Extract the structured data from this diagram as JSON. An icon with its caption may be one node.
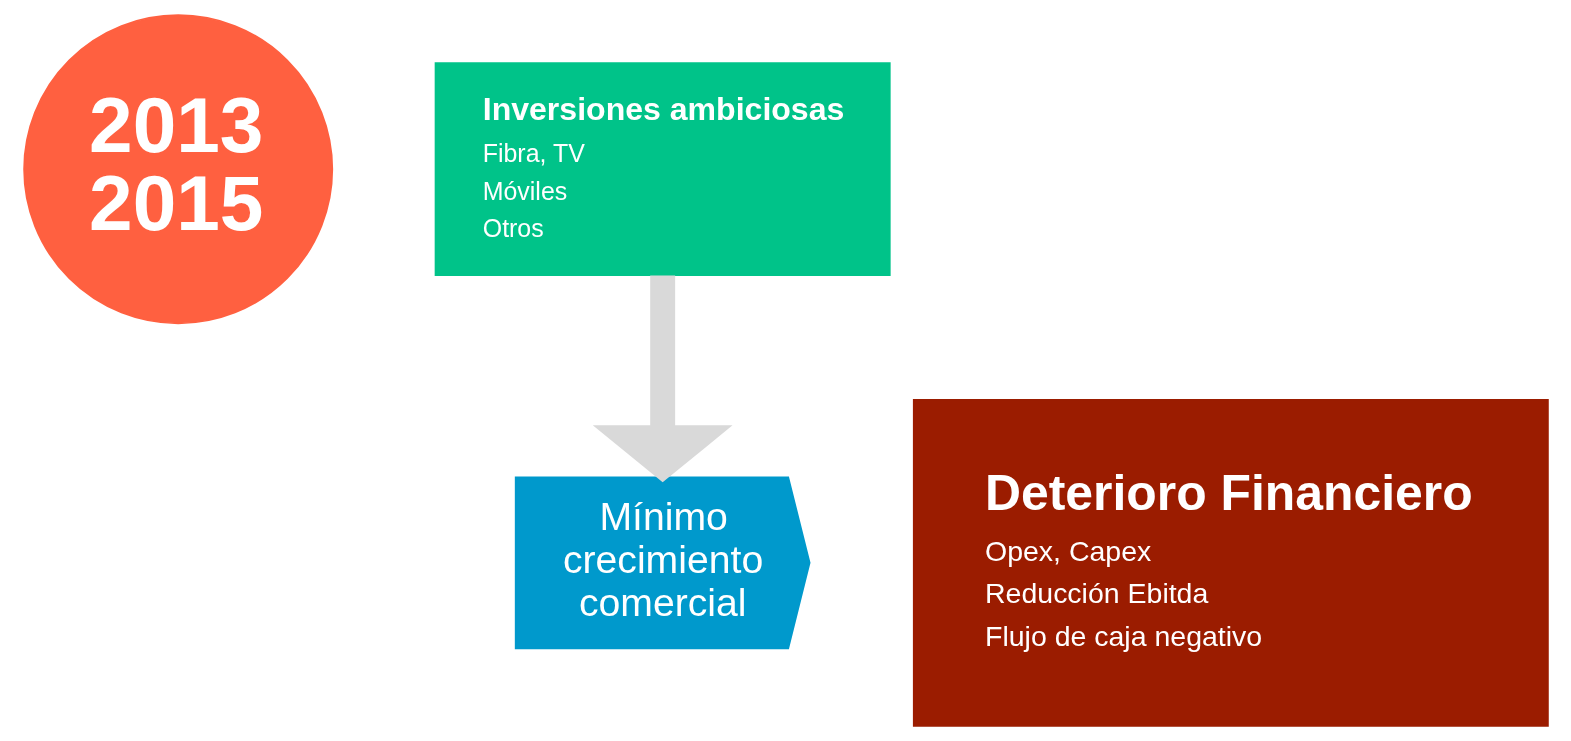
{
  "diagram": {
    "nodes": [
      {
        "text": [
          "2013 2015"
        ]
      },
      {
        "text": [
          "Inversiones ambiciosas",
          "Fibra, TV",
          "Móviles",
          "Otros"
        ]
      },
      {
        "text": [
          "Mínimo crecimiento comercial"
        ]
      },
      {
        "text": [
          "Deterioro Financiero",
          "Opex, Capex",
          "Reducción Ebitda",
          "Flujo de caja negativo"
        ]
      }
    ],
    "edges": [
      {
        "from": 1,
        "to": 2,
        "arrow": "to"
      }
    ]
  }
}
